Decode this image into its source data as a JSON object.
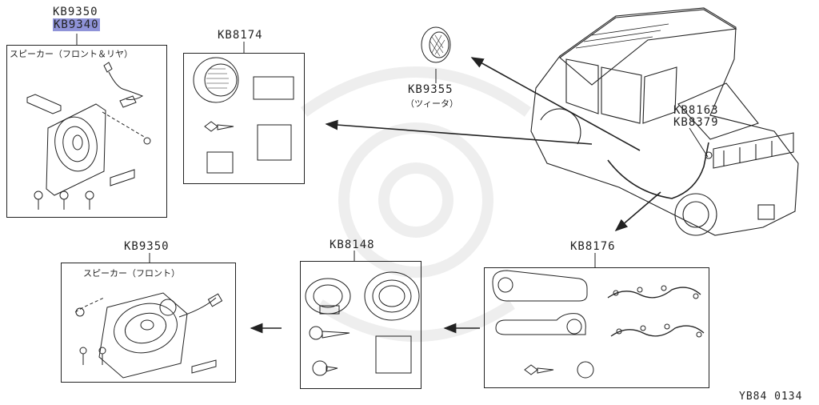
{
  "diagram": {
    "parts": {
      "top_left": {
        "code_a": "KB9350",
        "code_b": "KB9340",
        "caption": "スピーカー（フロント＆リヤ）"
      },
      "kb8174": {
        "code": "KB8174"
      },
      "kb9355": {
        "code": "KB9355",
        "caption": "（ツィータ）"
      },
      "kb8163": {
        "code_a": "KB8163",
        "code_b": "KB8379"
      },
      "kb9350": {
        "code": "KB9350",
        "caption": "スピーカー（フロント）"
      },
      "kb8148": {
        "code": "KB8148"
      },
      "kb8176": {
        "code": "KB8176"
      }
    },
    "figure_id": "YB84 0134"
  }
}
